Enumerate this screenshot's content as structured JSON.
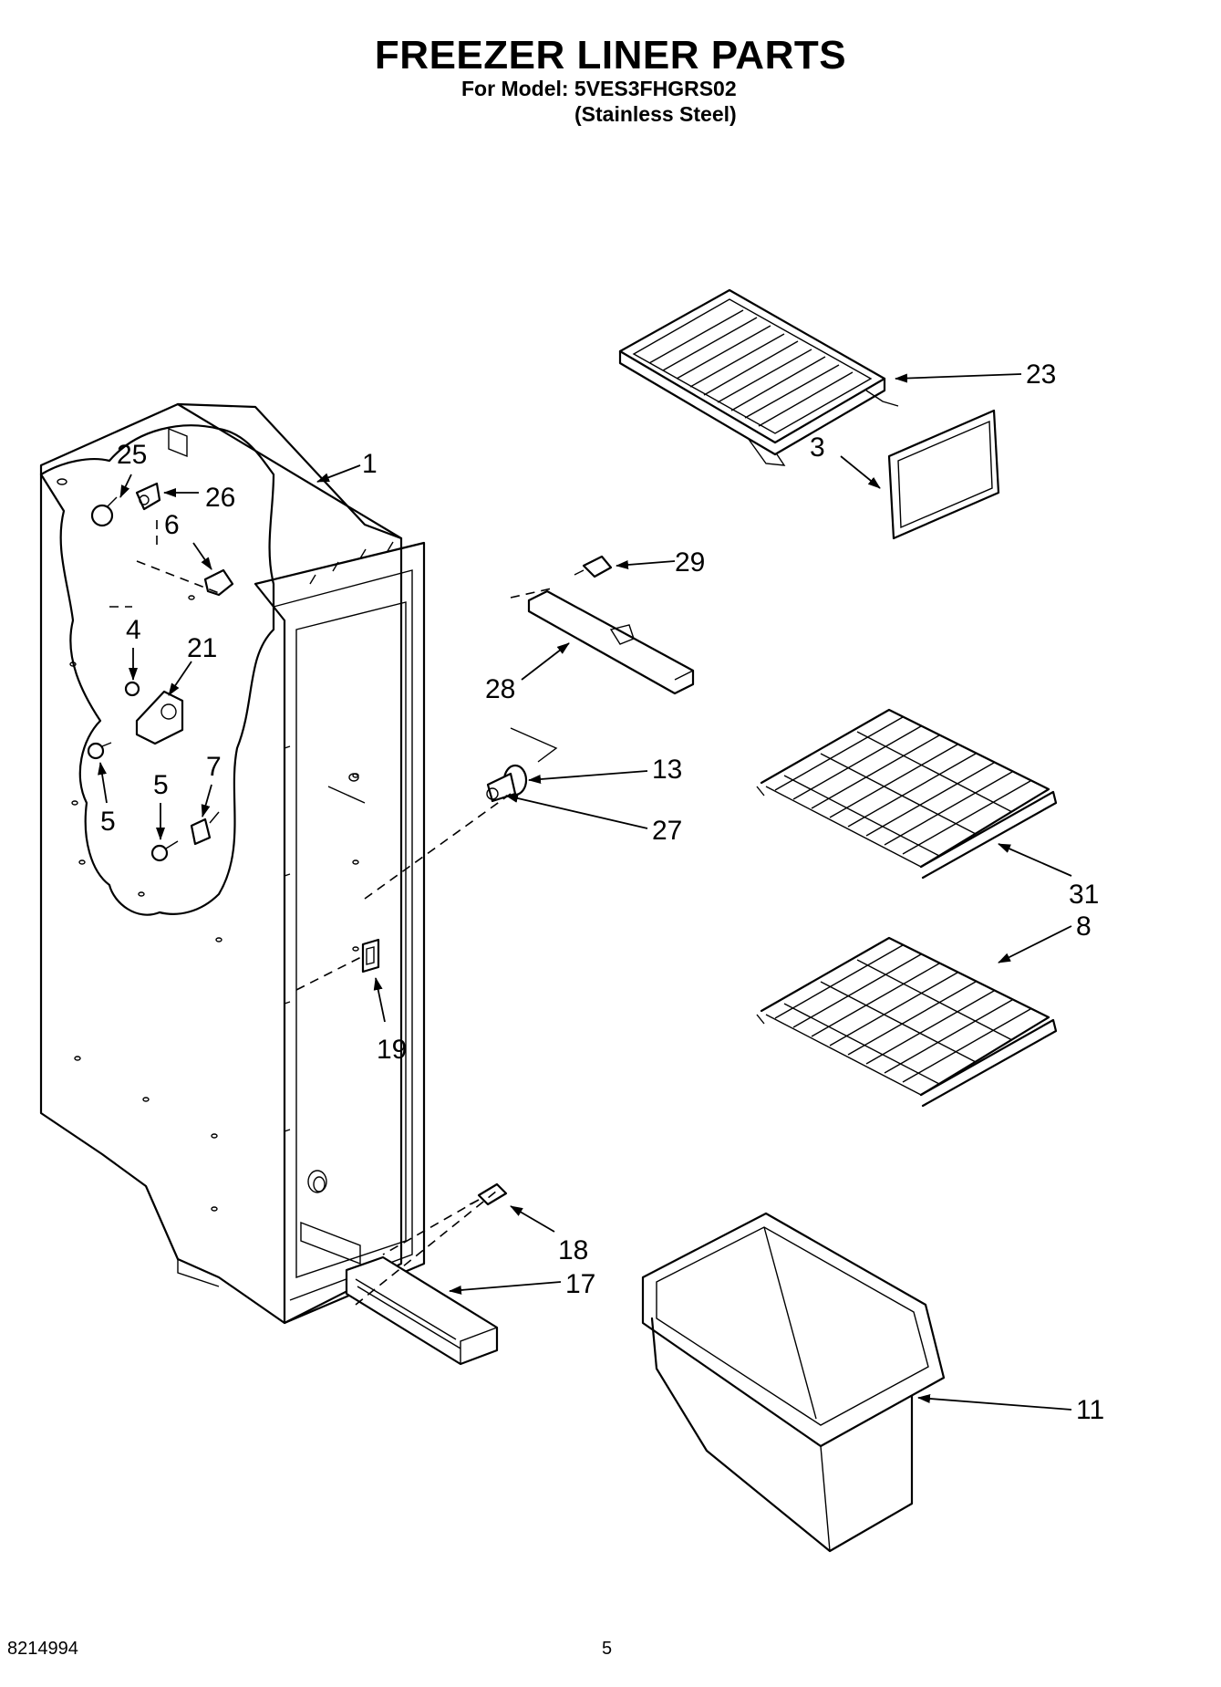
{
  "header": {
    "title": "FREEZER LINER PARTS",
    "model_line": "For Model: 5VES3FHGRS02",
    "finish_line": "(Stainless Steel)"
  },
  "footer": {
    "doc_number": "8214994",
    "page_number": "5"
  },
  "callouts": [
    "1",
    "3",
    "4",
    "5",
    "5",
    "6",
    "7",
    "8",
    "11",
    "13",
    "17",
    "18",
    "19",
    "21",
    "23",
    "25",
    "26",
    "27",
    "28",
    "29",
    "31"
  ]
}
